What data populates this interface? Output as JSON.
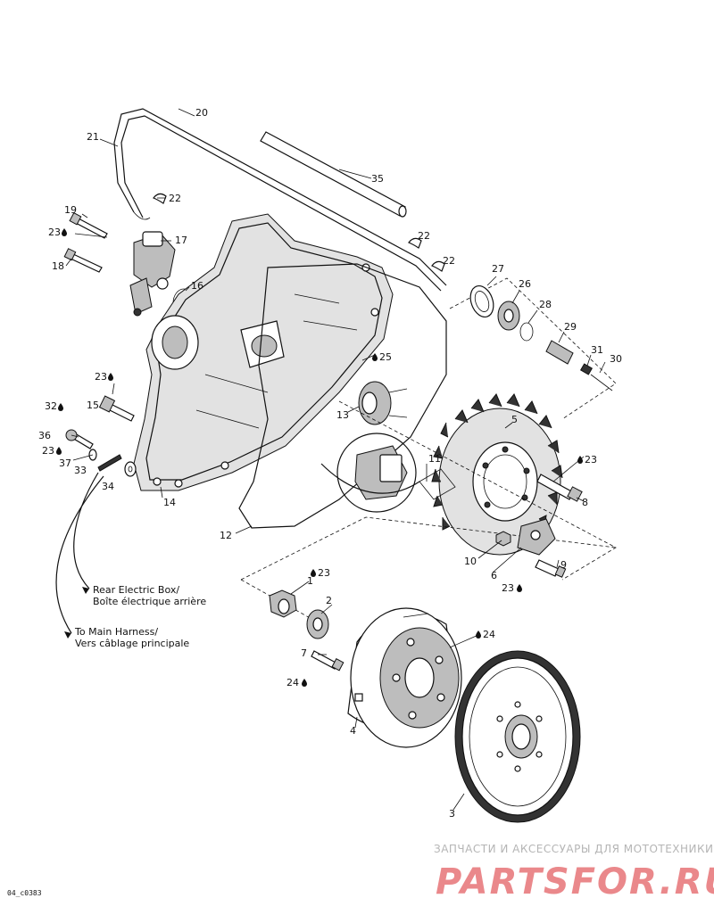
{
  "callouts": [
    {
      "id": "c20",
      "text": "20"
    },
    {
      "id": "c21",
      "text": "21"
    },
    {
      "id": "c22a",
      "text": "22"
    },
    {
      "id": "c22b",
      "text": "22"
    },
    {
      "id": "c22c",
      "text": "22"
    },
    {
      "id": "c35",
      "text": "35"
    },
    {
      "id": "c19",
      "text": "19"
    },
    {
      "id": "c23a",
      "text": "23"
    },
    {
      "id": "c17",
      "text": "17"
    },
    {
      "id": "c18",
      "text": "18"
    },
    {
      "id": "c16",
      "text": "16"
    },
    {
      "id": "c27",
      "text": "27"
    },
    {
      "id": "c26",
      "text": "26"
    },
    {
      "id": "c28",
      "text": "28"
    },
    {
      "id": "c29",
      "text": "29"
    },
    {
      "id": "c31",
      "text": "31"
    },
    {
      "id": "c30",
      "text": "30"
    },
    {
      "id": "c25",
      "text": "25"
    },
    {
      "id": "c23b",
      "text": "23"
    },
    {
      "id": "c15",
      "text": "15"
    },
    {
      "id": "c32",
      "text": "32"
    },
    {
      "id": "c13",
      "text": "13"
    },
    {
      "id": "c5",
      "text": "5"
    },
    {
      "id": "c36",
      "text": "36"
    },
    {
      "id": "c23c",
      "text": "23"
    },
    {
      "id": "c37",
      "text": "37"
    },
    {
      "id": "c33",
      "text": "33"
    },
    {
      "id": "c34",
      "text": "34"
    },
    {
      "id": "c11",
      "text": "11"
    },
    {
      "id": "c23d",
      "text": "23"
    },
    {
      "id": "c14",
      "text": "14"
    },
    {
      "id": "c8",
      "text": "8"
    },
    {
      "id": "c12",
      "text": "12"
    },
    {
      "id": "c10",
      "text": "10"
    },
    {
      "id": "c9",
      "text": "9"
    },
    {
      "id": "c6",
      "text": "6"
    },
    {
      "id": "c23e",
      "text": "23"
    },
    {
      "id": "c1",
      "text": "1"
    },
    {
      "id": "c23f",
      "text": "23"
    },
    {
      "id": "c2",
      "text": "2"
    },
    {
      "id": "c24a",
      "text": "24"
    },
    {
      "id": "c7",
      "text": "7"
    },
    {
      "id": "c24b",
      "text": "24"
    },
    {
      "id": "c4",
      "text": "4"
    },
    {
      "id": "c3",
      "text": "3"
    }
  ],
  "notes": {
    "rear_box_en": "Rear Electric Box/",
    "rear_box_fr": "Boîte électrique arrière",
    "main_harness_en": "To Main Harness/",
    "main_harness_fr": "Vers câblage principale"
  },
  "figure_id": "04_c0383",
  "watermark": {
    "tagline": "ЗАПЧАСТИ И АКСЕССУАРЫ ДЛЯ МОТОТЕХНИКИ",
    "logo": "PARTSFOR.RU"
  },
  "colors": {
    "line": "#111111",
    "watermark_red": "#d9262b",
    "watermark_grey": "#b5b5b5"
  }
}
